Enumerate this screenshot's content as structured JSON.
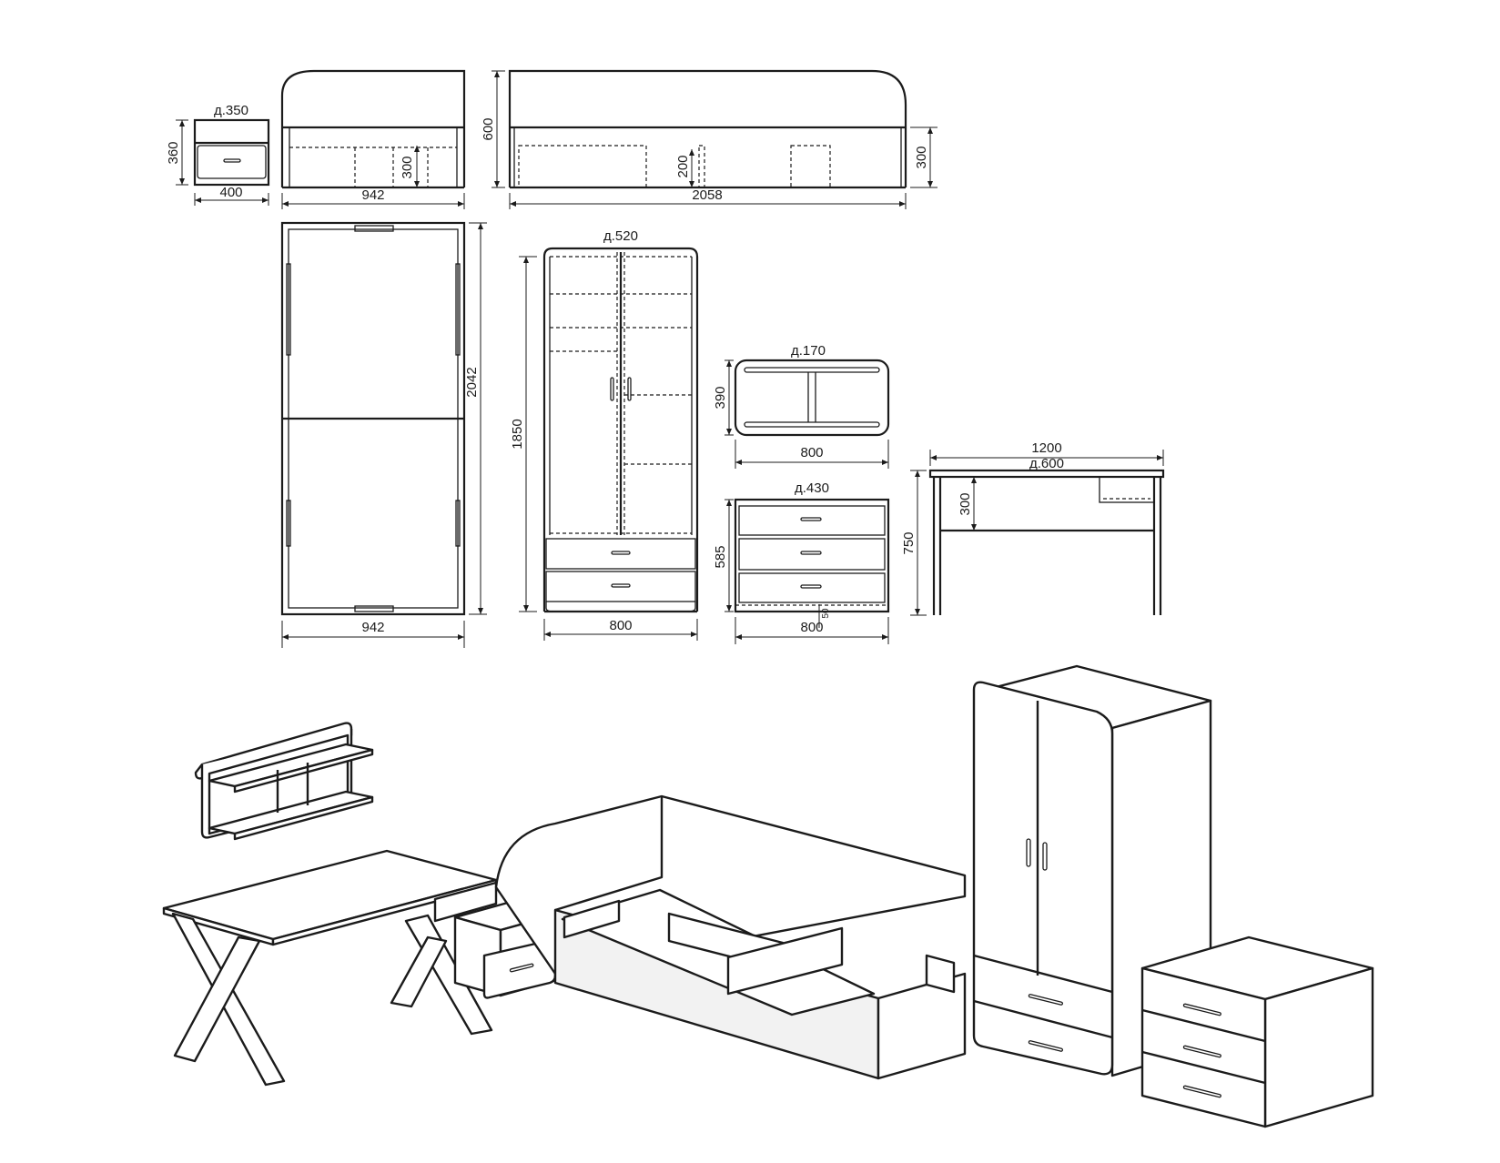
{
  "drawings": {
    "nightstand": {
      "depth_label": "д.350",
      "height": "360",
      "width": "400"
    },
    "bed_front": {
      "width": "942",
      "inner_height": "300"
    },
    "bed_side": {
      "height": "600",
      "drawer_height": "200",
      "base_height": "300",
      "length": "2058"
    },
    "bed_top": {
      "length": "2042",
      "width": "942"
    },
    "wardrobe": {
      "depth_label": "д.520",
      "height": "1850",
      "width": "800"
    },
    "shelf": {
      "depth_label": "д.170",
      "height": "390",
      "width": "800"
    },
    "dresser": {
      "depth_label": "д.430",
      "height": "585",
      "width": "800",
      "plinth": "50"
    },
    "desk": {
      "width": "1200",
      "depth_label": "д.600",
      "height": "750",
      "drawer_height": "300"
    }
  }
}
